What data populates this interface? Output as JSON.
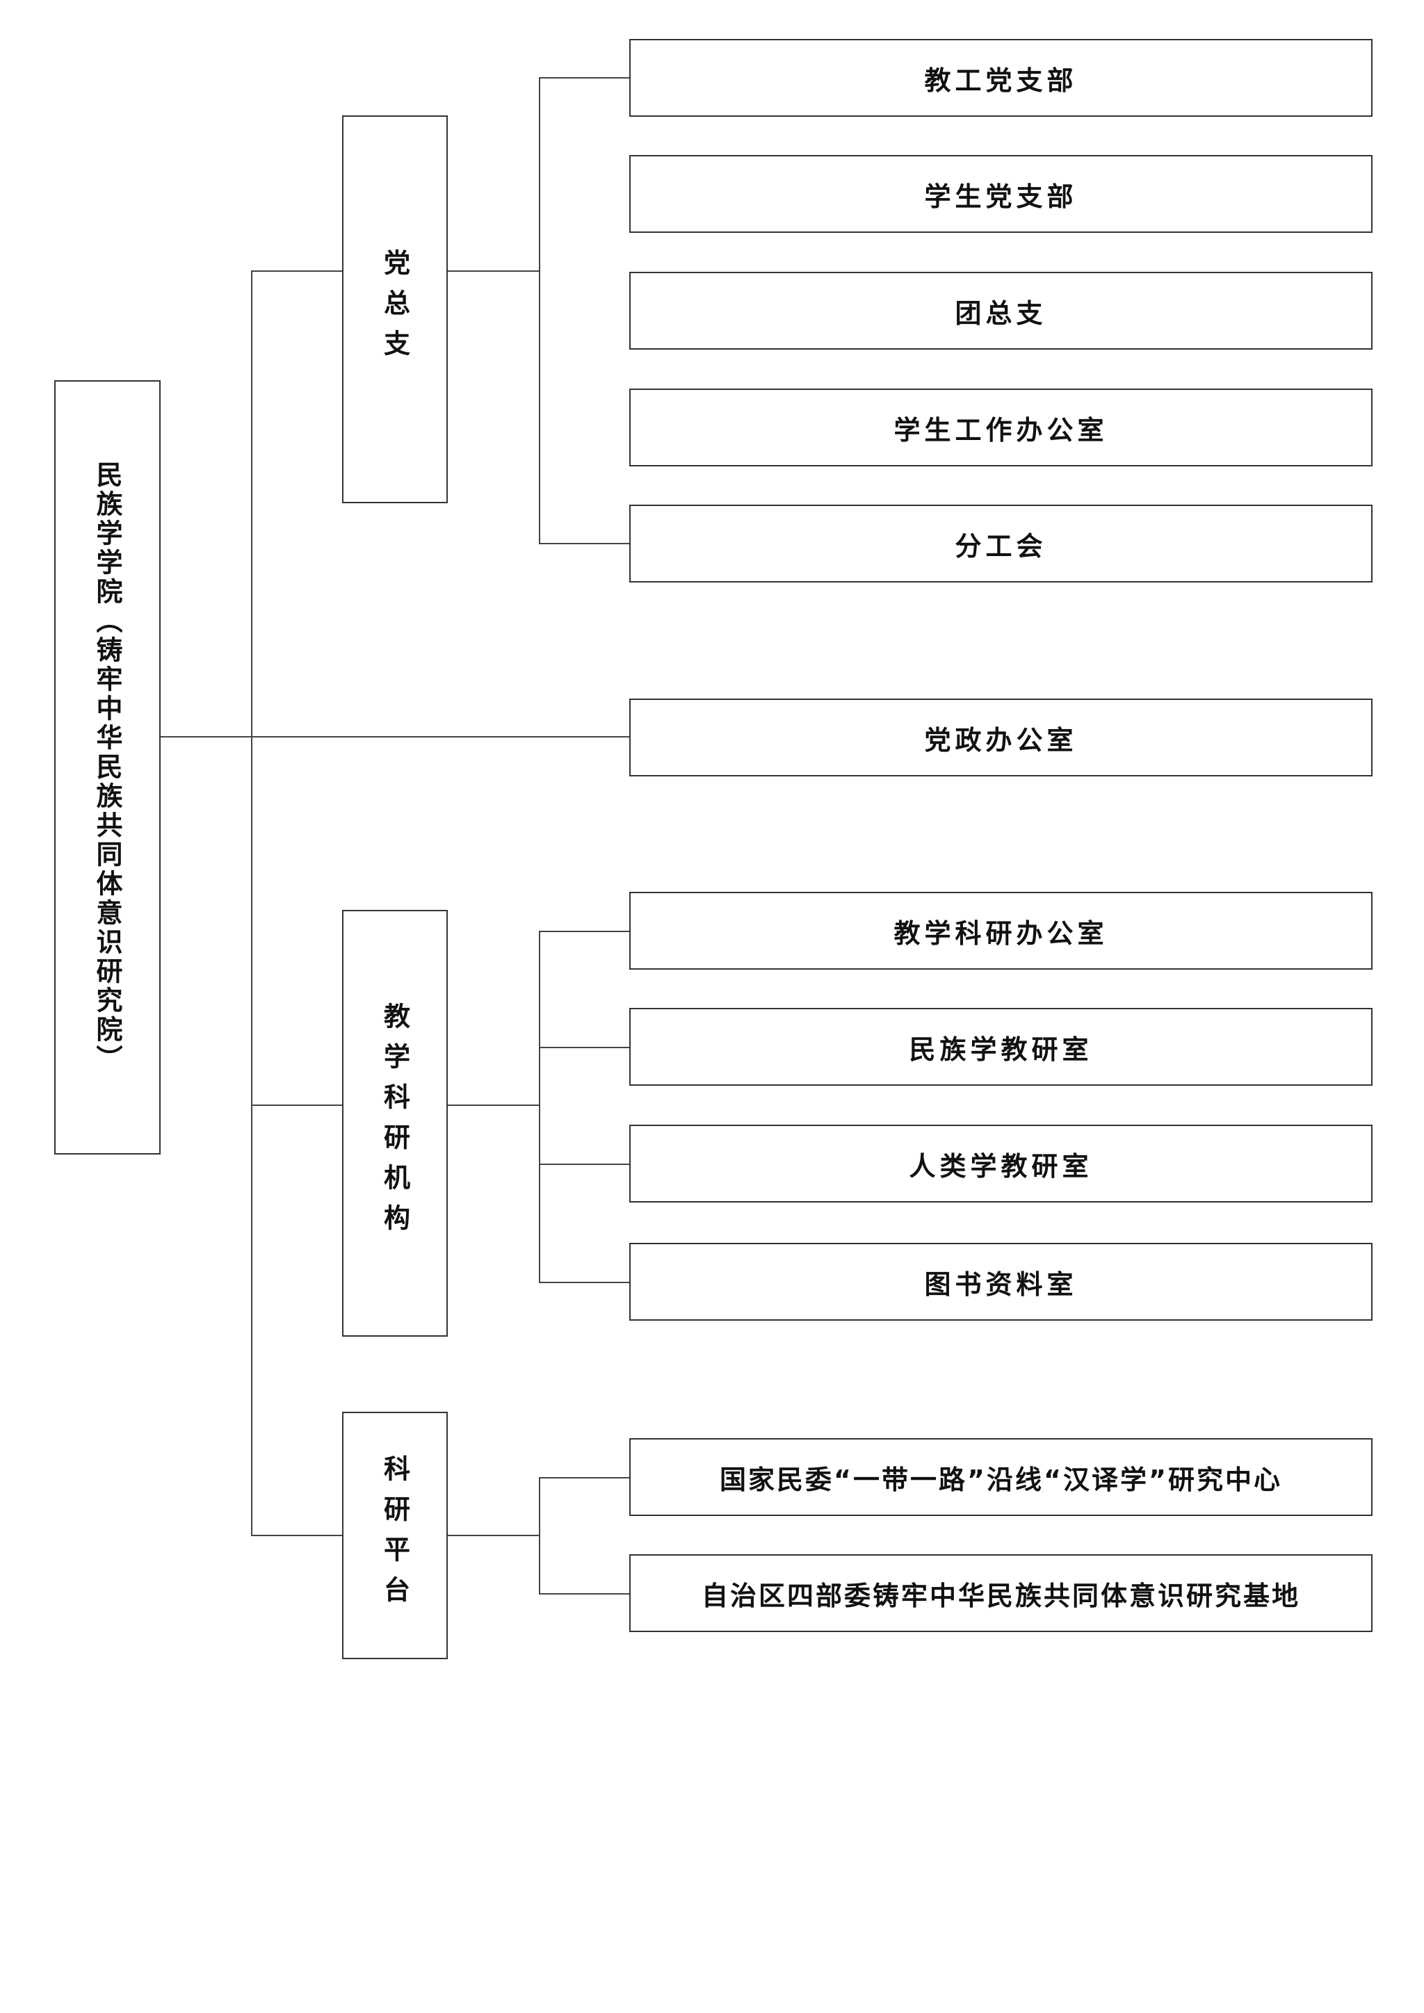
{
  "root": {
    "label": "民族学学院（铸牢中华民族共同体意识研究院）"
  },
  "groups": [
    {
      "label": "党总支",
      "children": [
        "教工党支部",
        "学生党支部",
        "团总支",
        "学生工作办公室",
        "分工会"
      ]
    },
    {
      "label": "党政办公室"
    },
    {
      "label": "教学科研机构",
      "children": [
        "教学科研办公室",
        "民族学教研室",
        "人类学教研室",
        "图书资料室"
      ]
    },
    {
      "label": "科研平台",
      "children": [
        "国家民委“一带一路”沿线“汉译学”研究中心",
        "自治区四部委铸牢中华民族共同体意识研究基地"
      ]
    }
  ]
}
